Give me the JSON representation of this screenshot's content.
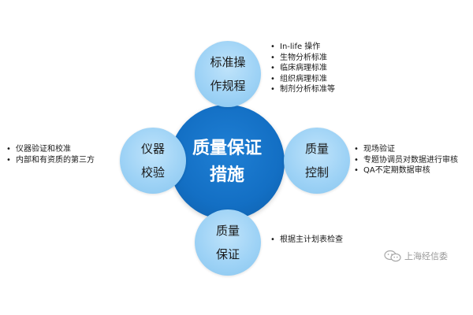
{
  "center": {
    "line1": "质量保证",
    "line2": "措施"
  },
  "nodes": {
    "top": {
      "line1": "标准操",
      "line2": "作规程"
    },
    "left": {
      "line1": "仪器",
      "line2": "校验"
    },
    "right": {
      "line1": "质量",
      "line2": "控制"
    },
    "bottom": {
      "line1": "质量",
      "line2": "保证"
    }
  },
  "lists": {
    "top": [
      "In-life 操作",
      "生物分析标准",
      "临床病理标准",
      "组织病理标准",
      "制剂分析标准等"
    ],
    "left": [
      "仪器验证和校准",
      "内部和有资质的第三方"
    ],
    "right": [
      "现场验证",
      "专题协调员对数据进行审核",
      "QA不定期数据审核"
    ],
    "bottom": [
      "根据主计划表检查"
    ]
  },
  "watermark": {
    "text": "上海经信委",
    "icon": "wechat-icon"
  },
  "colors": {
    "center_fill": "#136fc4",
    "node_fill": "#9fd3f6",
    "center_text": "#ffffff",
    "node_text": "#1a1a1a"
  }
}
